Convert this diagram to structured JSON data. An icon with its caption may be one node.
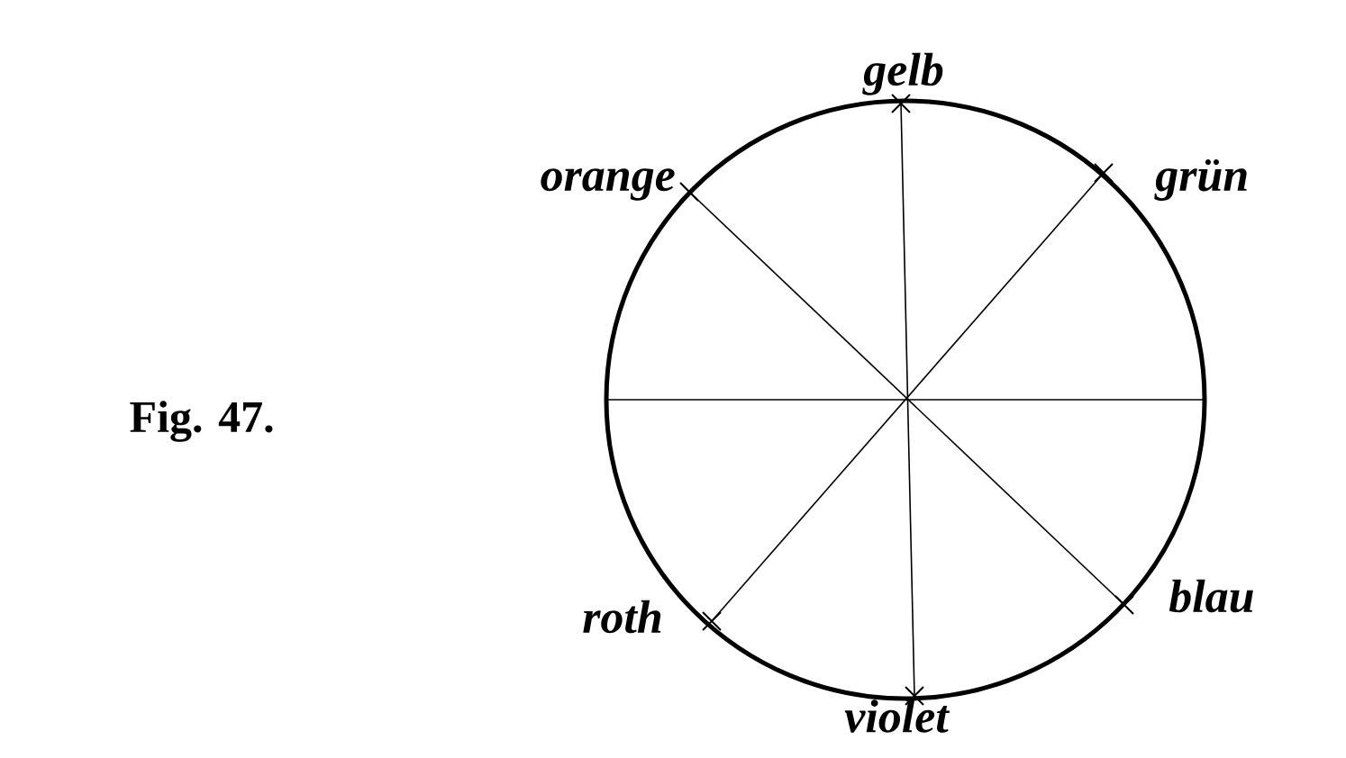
{
  "diagram": {
    "nodes": [
      {
        "text": [],
        "shape": "cross",
        "beside": [
          "gelb"
        ]
      },
      {
        "text": [],
        "shape": "cross",
        "beside": [
          "orange"
        ]
      },
      {
        "text": [],
        "shape": "cross",
        "beside": [
          "grün"
        ]
      },
      {
        "text": [],
        "shape": "cross",
        "beside": [
          "roth"
        ]
      },
      {
        "text": [],
        "shape": "cross",
        "beside": [
          "blau"
        ]
      },
      {
        "text": [],
        "shape": "cross",
        "beside": [
          "violet"
        ]
      }
    ],
    "edges": [
      {
        "from": 0,
        "to": 5,
        "arrow": "none"
      },
      {
        "from": 1,
        "to": 4,
        "arrow": "none"
      },
      {
        "from": 2,
        "to": 3,
        "arrow": "none"
      }
    ],
    "labels": [
      "Fig. 47."
    ]
  }
}
